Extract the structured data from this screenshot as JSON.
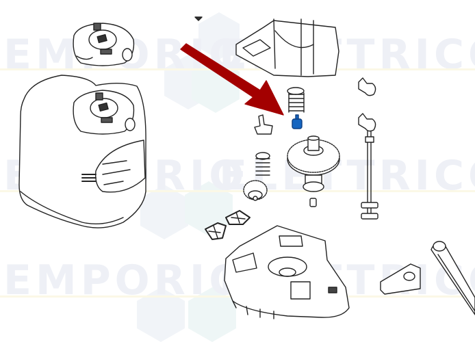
{
  "diagram": {
    "type": "exploded parts diagram",
    "subject": "gate operator motor assembly",
    "watermark": {
      "rows": [
        {
          "left": "EMPORIO",
          "right": "ELETTRICO"
        },
        {
          "left": "EMPORIO",
          "right": "ELETTRICO"
        },
        {
          "left": "EMPORIO",
          "right": "ELETTRICO"
        }
      ]
    },
    "highlight": {
      "part": "blue spacer / bushing",
      "color": "#1565c0",
      "arrow_color": "#a30000"
    },
    "parts": [
      "cover knob (top)",
      "motor housing cover",
      "upper frame",
      "spring",
      "highlighted blue bushing",
      "small bracket",
      "worm screw",
      "main gear",
      "washer",
      "screw",
      "release keys",
      "release rod",
      "mounting clips",
      "base plate",
      "stop block",
      "lever arm"
    ]
  }
}
